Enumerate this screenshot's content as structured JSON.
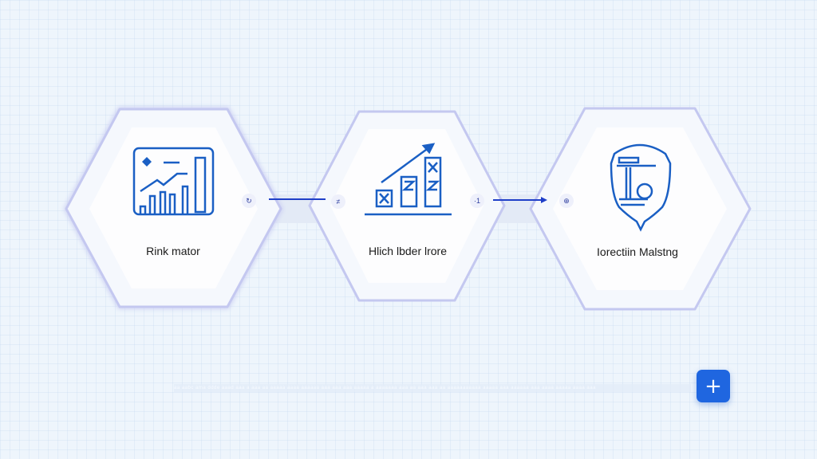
{
  "steps": [
    {
      "label": "Rink mator",
      "icon": "dashboard-chart-icon"
    },
    {
      "label": "Hlich lbder lrore",
      "icon": "growth-bar-chart-icon"
    },
    {
      "label": "Iorectiin Malstng",
      "icon": "shield-document-icon"
    }
  ],
  "badges": [
    "↻",
    "≠",
    "·1",
    "⊕"
  ],
  "footer": {
    "text": "aa aabc ama ddde aaad aaa a aaa aa aaaaa aaaa aaaaaa aaa aaa aaa aaaaa a aaaaaaa aaa aa aaa aaa aa aaaaaaaaaaa aaaaa aaa aaaaaa aaa aaaa aaaaa aaaa aaa",
    "add_label": "+"
  },
  "colors": {
    "accent": "#1f66e0",
    "icon": "#1a5fc4",
    "hex_border": "#c9cdf2"
  }
}
